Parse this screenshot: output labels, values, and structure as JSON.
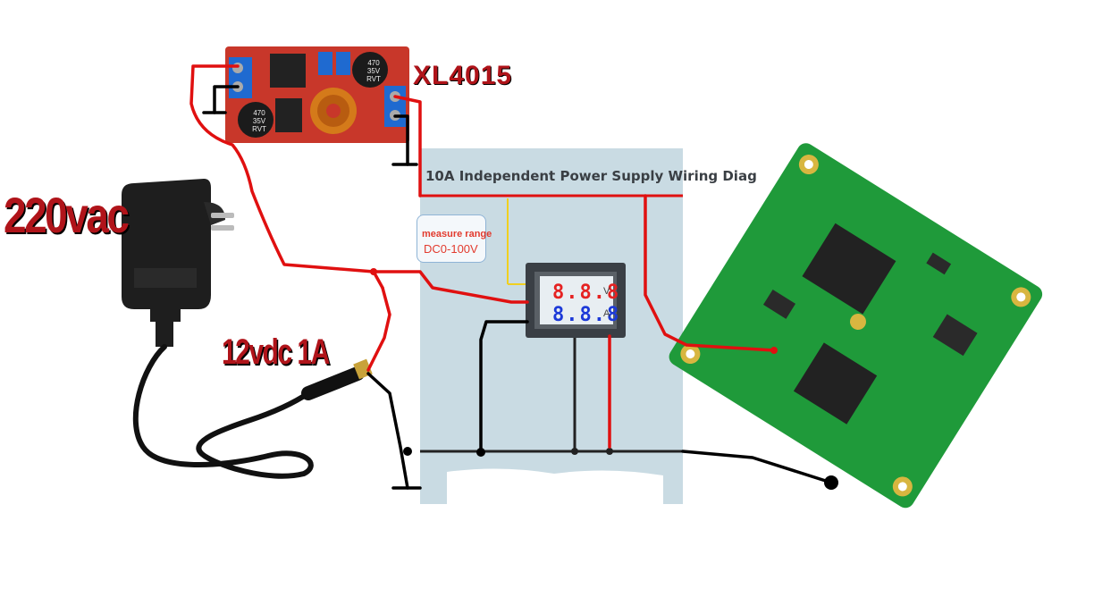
{
  "diagram": {
    "panel_title": "10A Independent Power Supply Wiring Diag",
    "measure_range_label": "measure range",
    "measure_range_value": "DC0-100V",
    "label_ac": "220vac",
    "label_dc": "12vdc 1A",
    "label_module": "XL4015",
    "meter_voltage": "8.8.8",
    "meter_current": "8.8.8",
    "meter_unit_voltage": "V",
    "meter_unit_current": "A",
    "capacitor_top": "470\n35V\nRVT",
    "capacitor_bottom": "470\n35V\nRVT"
  },
  "colors": {
    "wire_positive": "#e01010",
    "wire_negative": "#000000",
    "label_red": "#b0141a",
    "panel_bg": "#c9dbe3",
    "pcb_green": "#1f9a3a",
    "module_red": "#c8372a"
  }
}
